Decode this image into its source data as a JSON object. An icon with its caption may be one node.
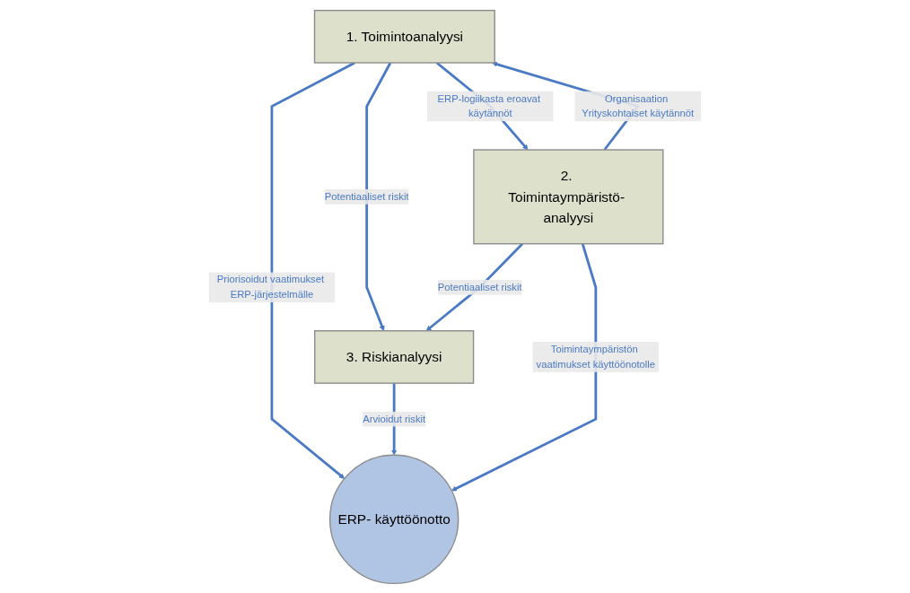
{
  "diagram": {
    "nodes": [
      {
        "text": [
          "1. Toimintoanalyysi"
        ]
      },
      {
        "text": [
          "3. Riskianalyysi"
        ]
      },
      {
        "text": [
          "2. Toimintaympäristö- analyysi"
        ]
      },
      {
        "text": [
          "ERP- käyttöönotto"
        ]
      }
    ],
    "edges": [
      {
        "from": 0,
        "to": 1,
        "arrow": "to",
        "label": "Potentiaaliset riskit"
      },
      {
        "from": 0,
        "to": 2,
        "arrow": "to",
        "label": "ERP-logiikasta eroavat käytännöt"
      },
      {
        "from": 2,
        "to": 0,
        "arrow": "to",
        "label": "Organisaation Yrityskohtaiset käytännöt"
      },
      {
        "from": 2,
        "to": 1,
        "arrow": "to",
        "label": "Potentiaaliset riskit"
      },
      {
        "from": 0,
        "to": 3,
        "arrow": "to",
        "label": "Priorisoidut vaatimukset ERP-järjestelmälle"
      },
      {
        "from": 1,
        "to": 3,
        "arrow": "to",
        "label": "Arvioidut riskit"
      },
      {
        "from": 2,
        "to": 3,
        "arrow": "to",
        "label": "Toimintaympäristön vaatimukset käyttöönotolle"
      }
    ]
  }
}
